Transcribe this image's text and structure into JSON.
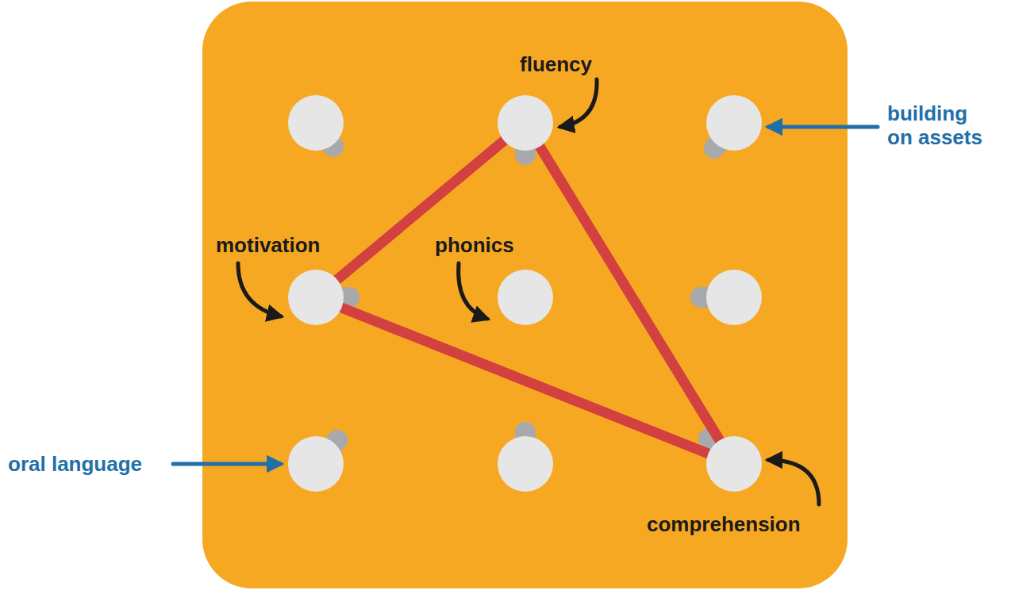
{
  "diagram": {
    "labels": [
      "fluency",
      "building on assets",
      "motivation",
      "phonics",
      "oral language",
      "comprehension"
    ]
  }
}
